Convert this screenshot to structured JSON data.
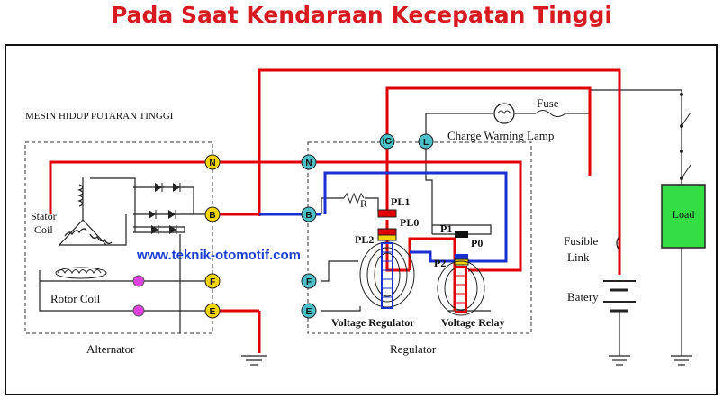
{
  "title": "Pada Saat Kendaraan Kecepatan Tinggi",
  "labels": {
    "mesin": "MESIN HIDUP PUTARAN TINGGI",
    "stator": "Stator",
    "coil": "Coil",
    "rotor_coil": "Rotor Coil",
    "alternator": "Alternator",
    "regulator": "Regulator",
    "voltage_regulator": "Voltage Regulator",
    "voltage_relay": "Voltage Relay",
    "charge_lamp": "Charge Warning Lamp",
    "fuse": "Fuse",
    "fusible": "Fusible",
    "link": "Link",
    "batery": "Batery",
    "load": "Load",
    "r": "R",
    "pl1": "PL1",
    "pl0": "PL0",
    "pl2": "PL2",
    "p1": "P1",
    "p0": "P0",
    "p2": "P2",
    "watermark": "www.teknik-otomotif.com"
  },
  "terminals": {
    "alt_n": "N",
    "alt_b": "B",
    "alt_f": "F",
    "alt_e": "E",
    "reg_n": "N",
    "reg_b": "B",
    "reg_f": "F",
    "reg_e": "E",
    "reg_ig": "IG",
    "reg_l": "L"
  },
  "colors": {
    "title": "#d71920",
    "wire_active": "#e00000",
    "wire_field": "#1a2fd0",
    "terminal_fill": "#f4d400",
    "load_fill": "#33dd44",
    "brush": "#e040e0"
  }
}
